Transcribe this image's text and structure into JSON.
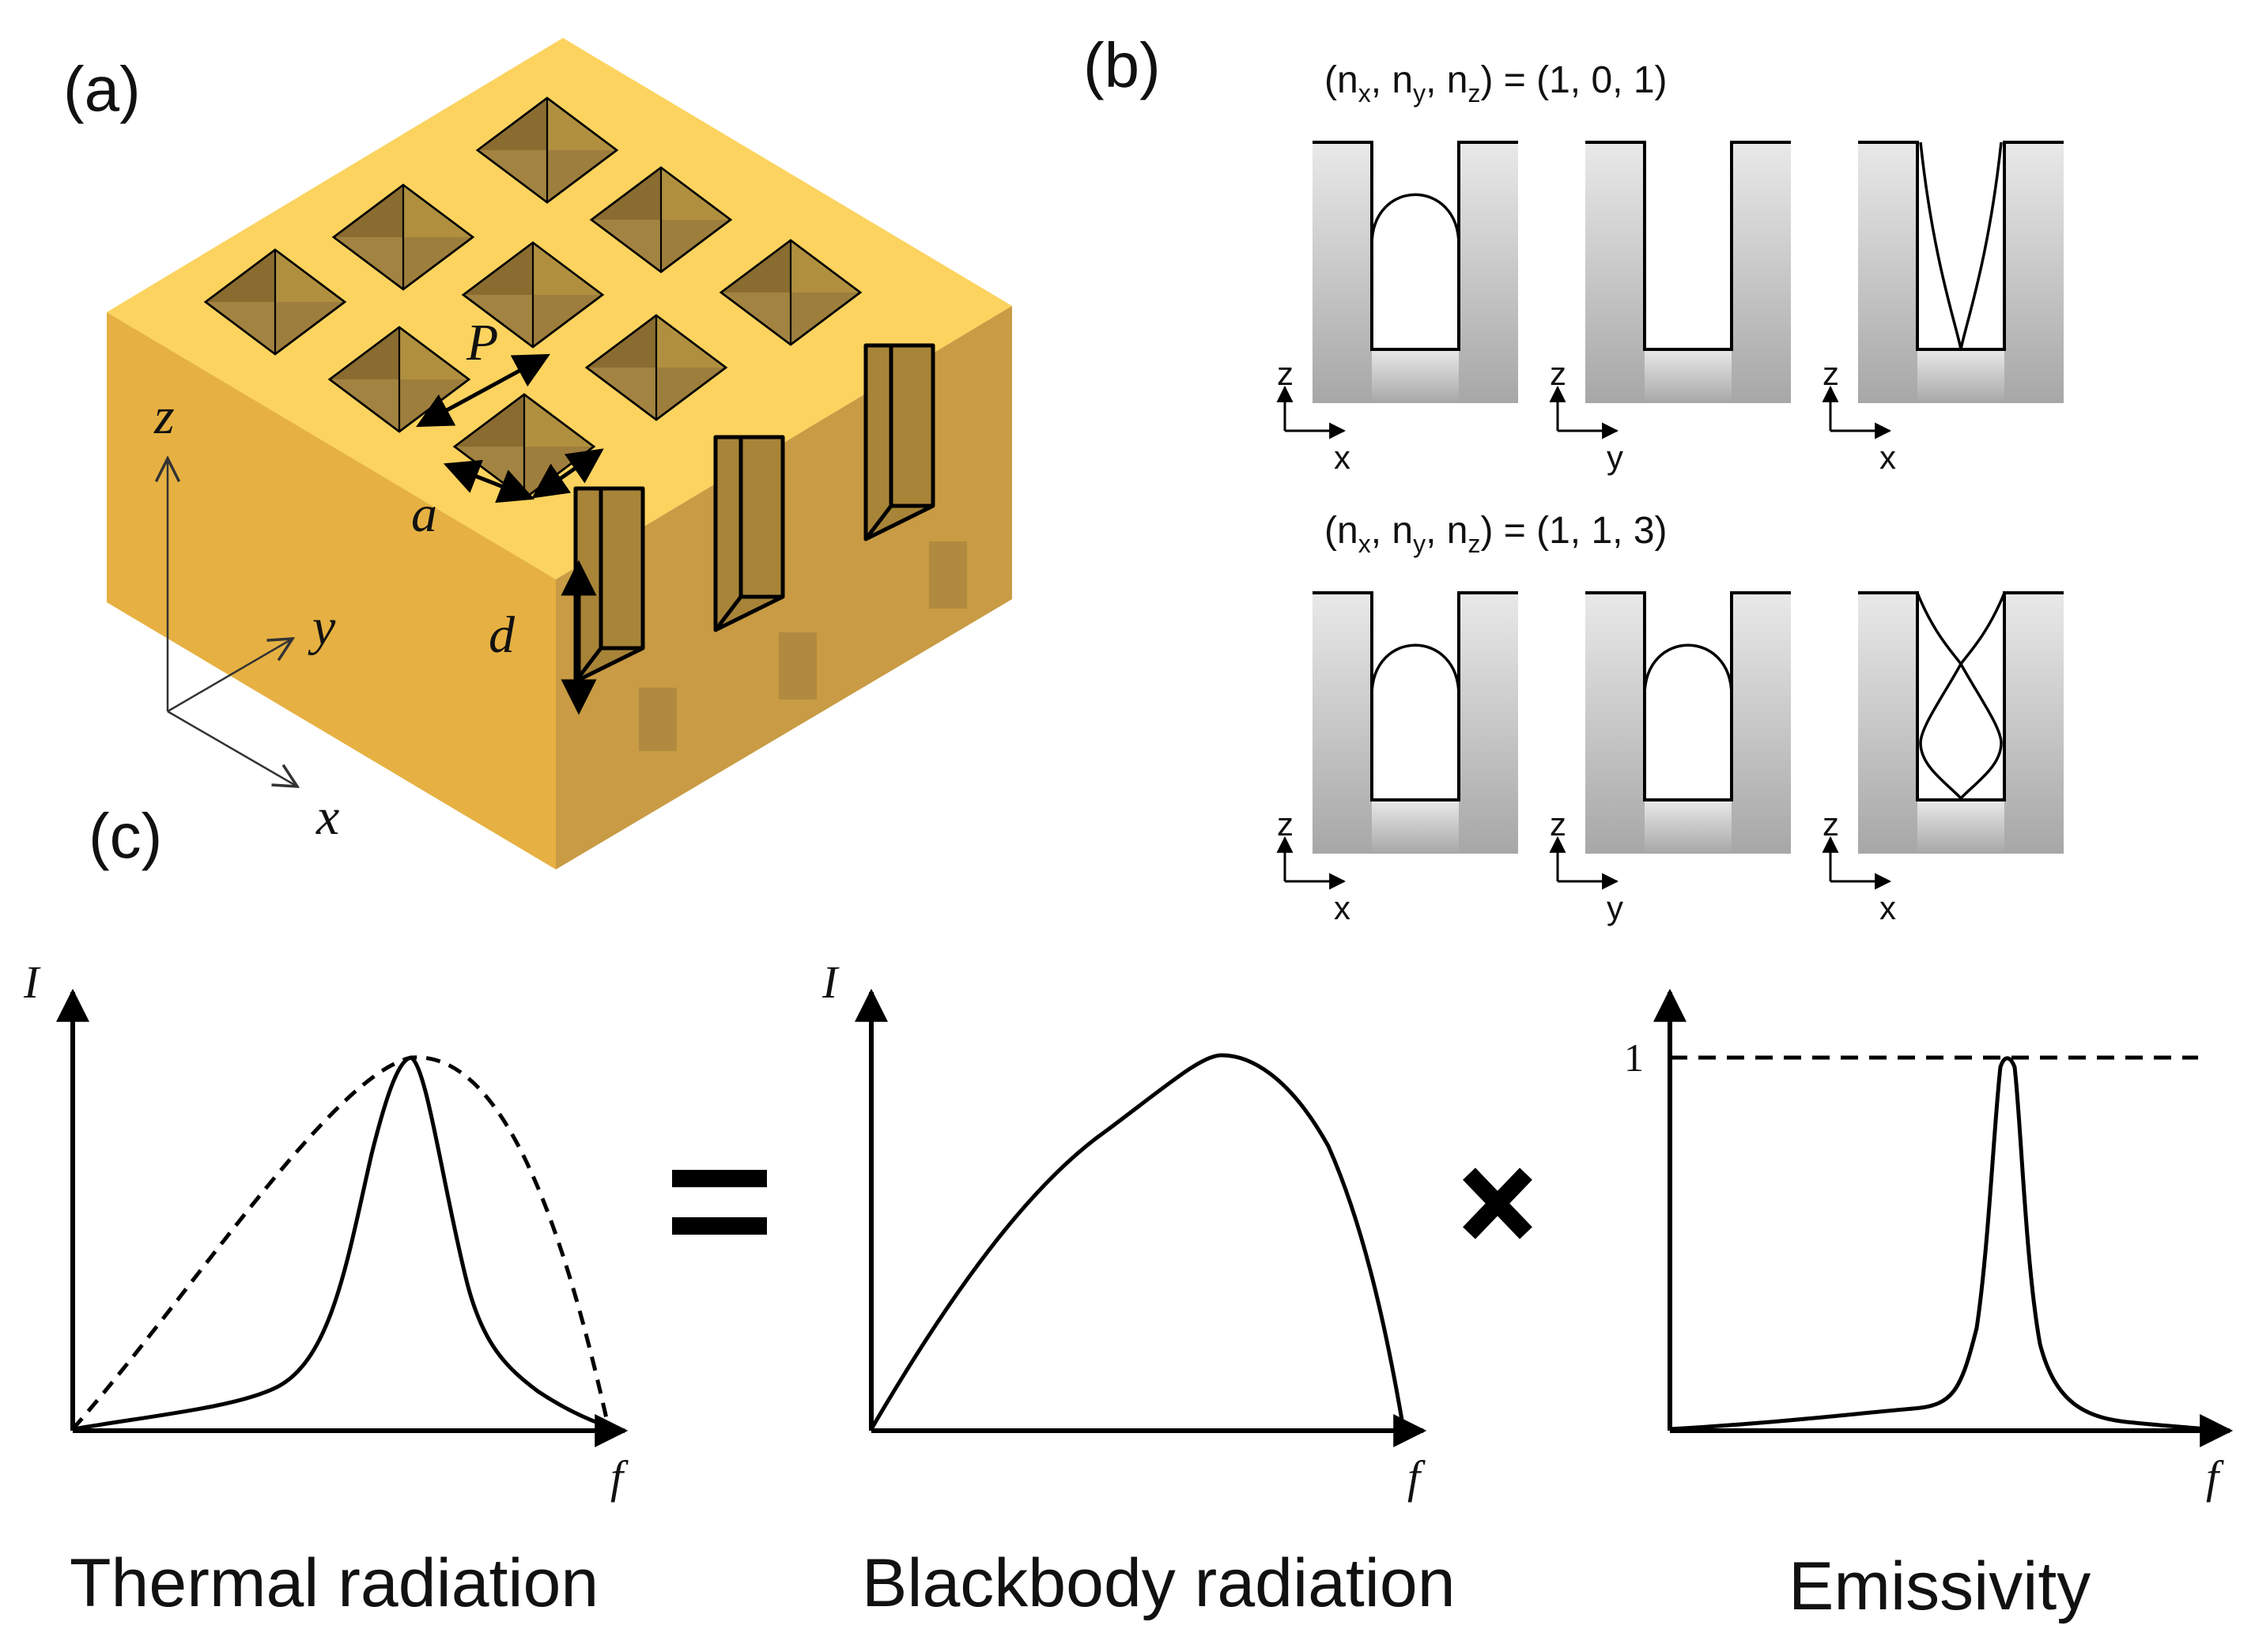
{
  "panels": {
    "a": {
      "label": "(a)",
      "axes": {
        "z": "z",
        "y": "y",
        "x": "x"
      },
      "dims": {
        "period": "P",
        "width": "a",
        "depth": "d"
      },
      "colors": {
        "top": "#fcd35f",
        "front": "#e9b544",
        "side": "#c79a42",
        "pit": "#9c7c3c"
      }
    },
    "b": {
      "label": "(b)",
      "rows": [
        {
          "title": {
            "pre": "(n",
            "x": "x",
            "mid1": ", n",
            "y": "y",
            "mid2": ", n",
            "z": "z",
            "post": ") = (1, 0, 1)"
          },
          "cells": [
            {
              "v": "z",
              "h": "x",
              "pattern": "arch"
            },
            {
              "v": "z",
              "h": "y",
              "pattern": "none"
            },
            {
              "v": "z",
              "h": "x",
              "pattern": "v-lines"
            }
          ]
        },
        {
          "title": {
            "pre": "(n",
            "x": "x",
            "mid1": ", n",
            "y": "y",
            "mid2": ", n",
            "z": "z",
            "post": ") = (1, 1, 3)"
          },
          "cells": [
            {
              "v": "z",
              "h": "x",
              "pattern": "arch"
            },
            {
              "v": "z",
              "h": "y",
              "pattern": "arch"
            },
            {
              "v": "z",
              "h": "x",
              "pattern": "lobes"
            }
          ]
        }
      ]
    },
    "c": {
      "label": "(c)",
      "equals": "=",
      "times": "×",
      "plots": [
        {
          "ylabel": "I",
          "xlabel": "f",
          "caption": "Thermal radiation"
        },
        {
          "ylabel": "I",
          "xlabel": "f",
          "caption": "Blackbody radiation"
        },
        {
          "ylabel": "",
          "xlabel": "f",
          "caption": "Emissivity",
          "ref_tick": "1"
        }
      ]
    }
  }
}
